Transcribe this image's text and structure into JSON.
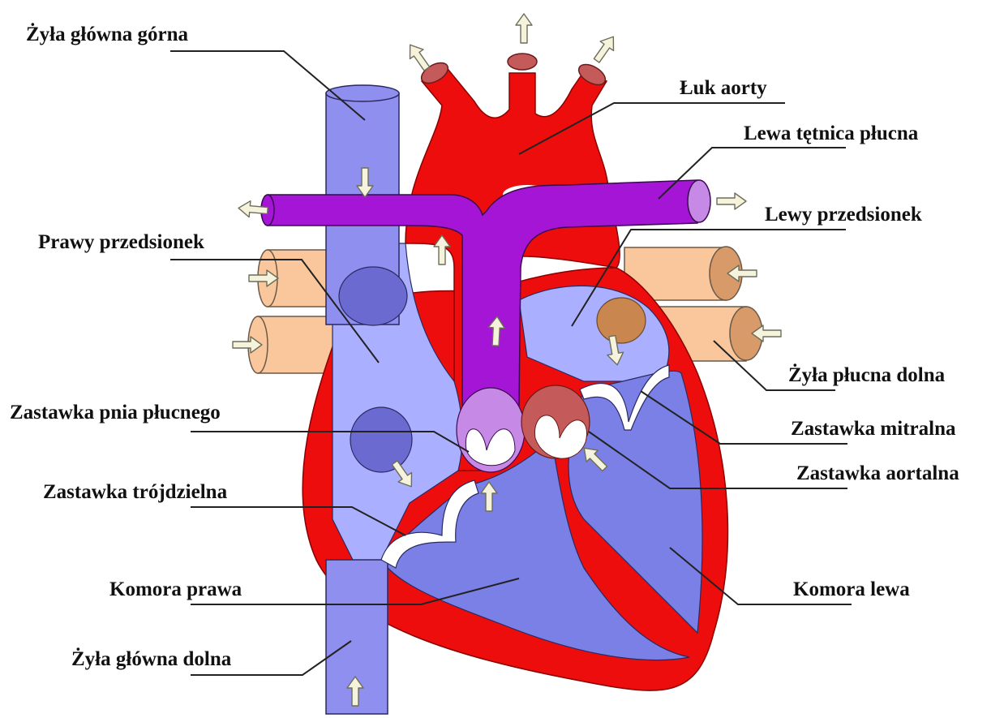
{
  "labels": {
    "superior_vena_cava": "Żyła główna górna",
    "aortic_arch": "Łuk aorty",
    "left_pulmonary_artery": "Lewa tętnica płucna",
    "left_atrium": "Lewy przedsionek",
    "right_atrium": "Prawy przedsionek",
    "pulmonary_vein": "Żyła płucna dolna",
    "pulmonary_valve": "Zastawka pnia płucnego",
    "mitral_valve": "Zastawka mitralna",
    "aortic_valve": "Zastawka aortalna",
    "tricuspid_valve": "Zastawka trójdzielna",
    "right_ventricle": "Komora prawa",
    "left_ventricle": "Komora lewa",
    "inferior_vena_cava": "Żyła główna dolna"
  },
  "colors": {
    "oxygenated_blood": "#ee0d0d",
    "deoxygenated_vein": "#8f8ff0",
    "right_atrium": "#aab0ff",
    "ventricle": "#7a80e6",
    "pulmonary_artery": "#a415d6",
    "pulmonary_vein": "#f9c79b",
    "arrow": "#f6f3dc"
  }
}
